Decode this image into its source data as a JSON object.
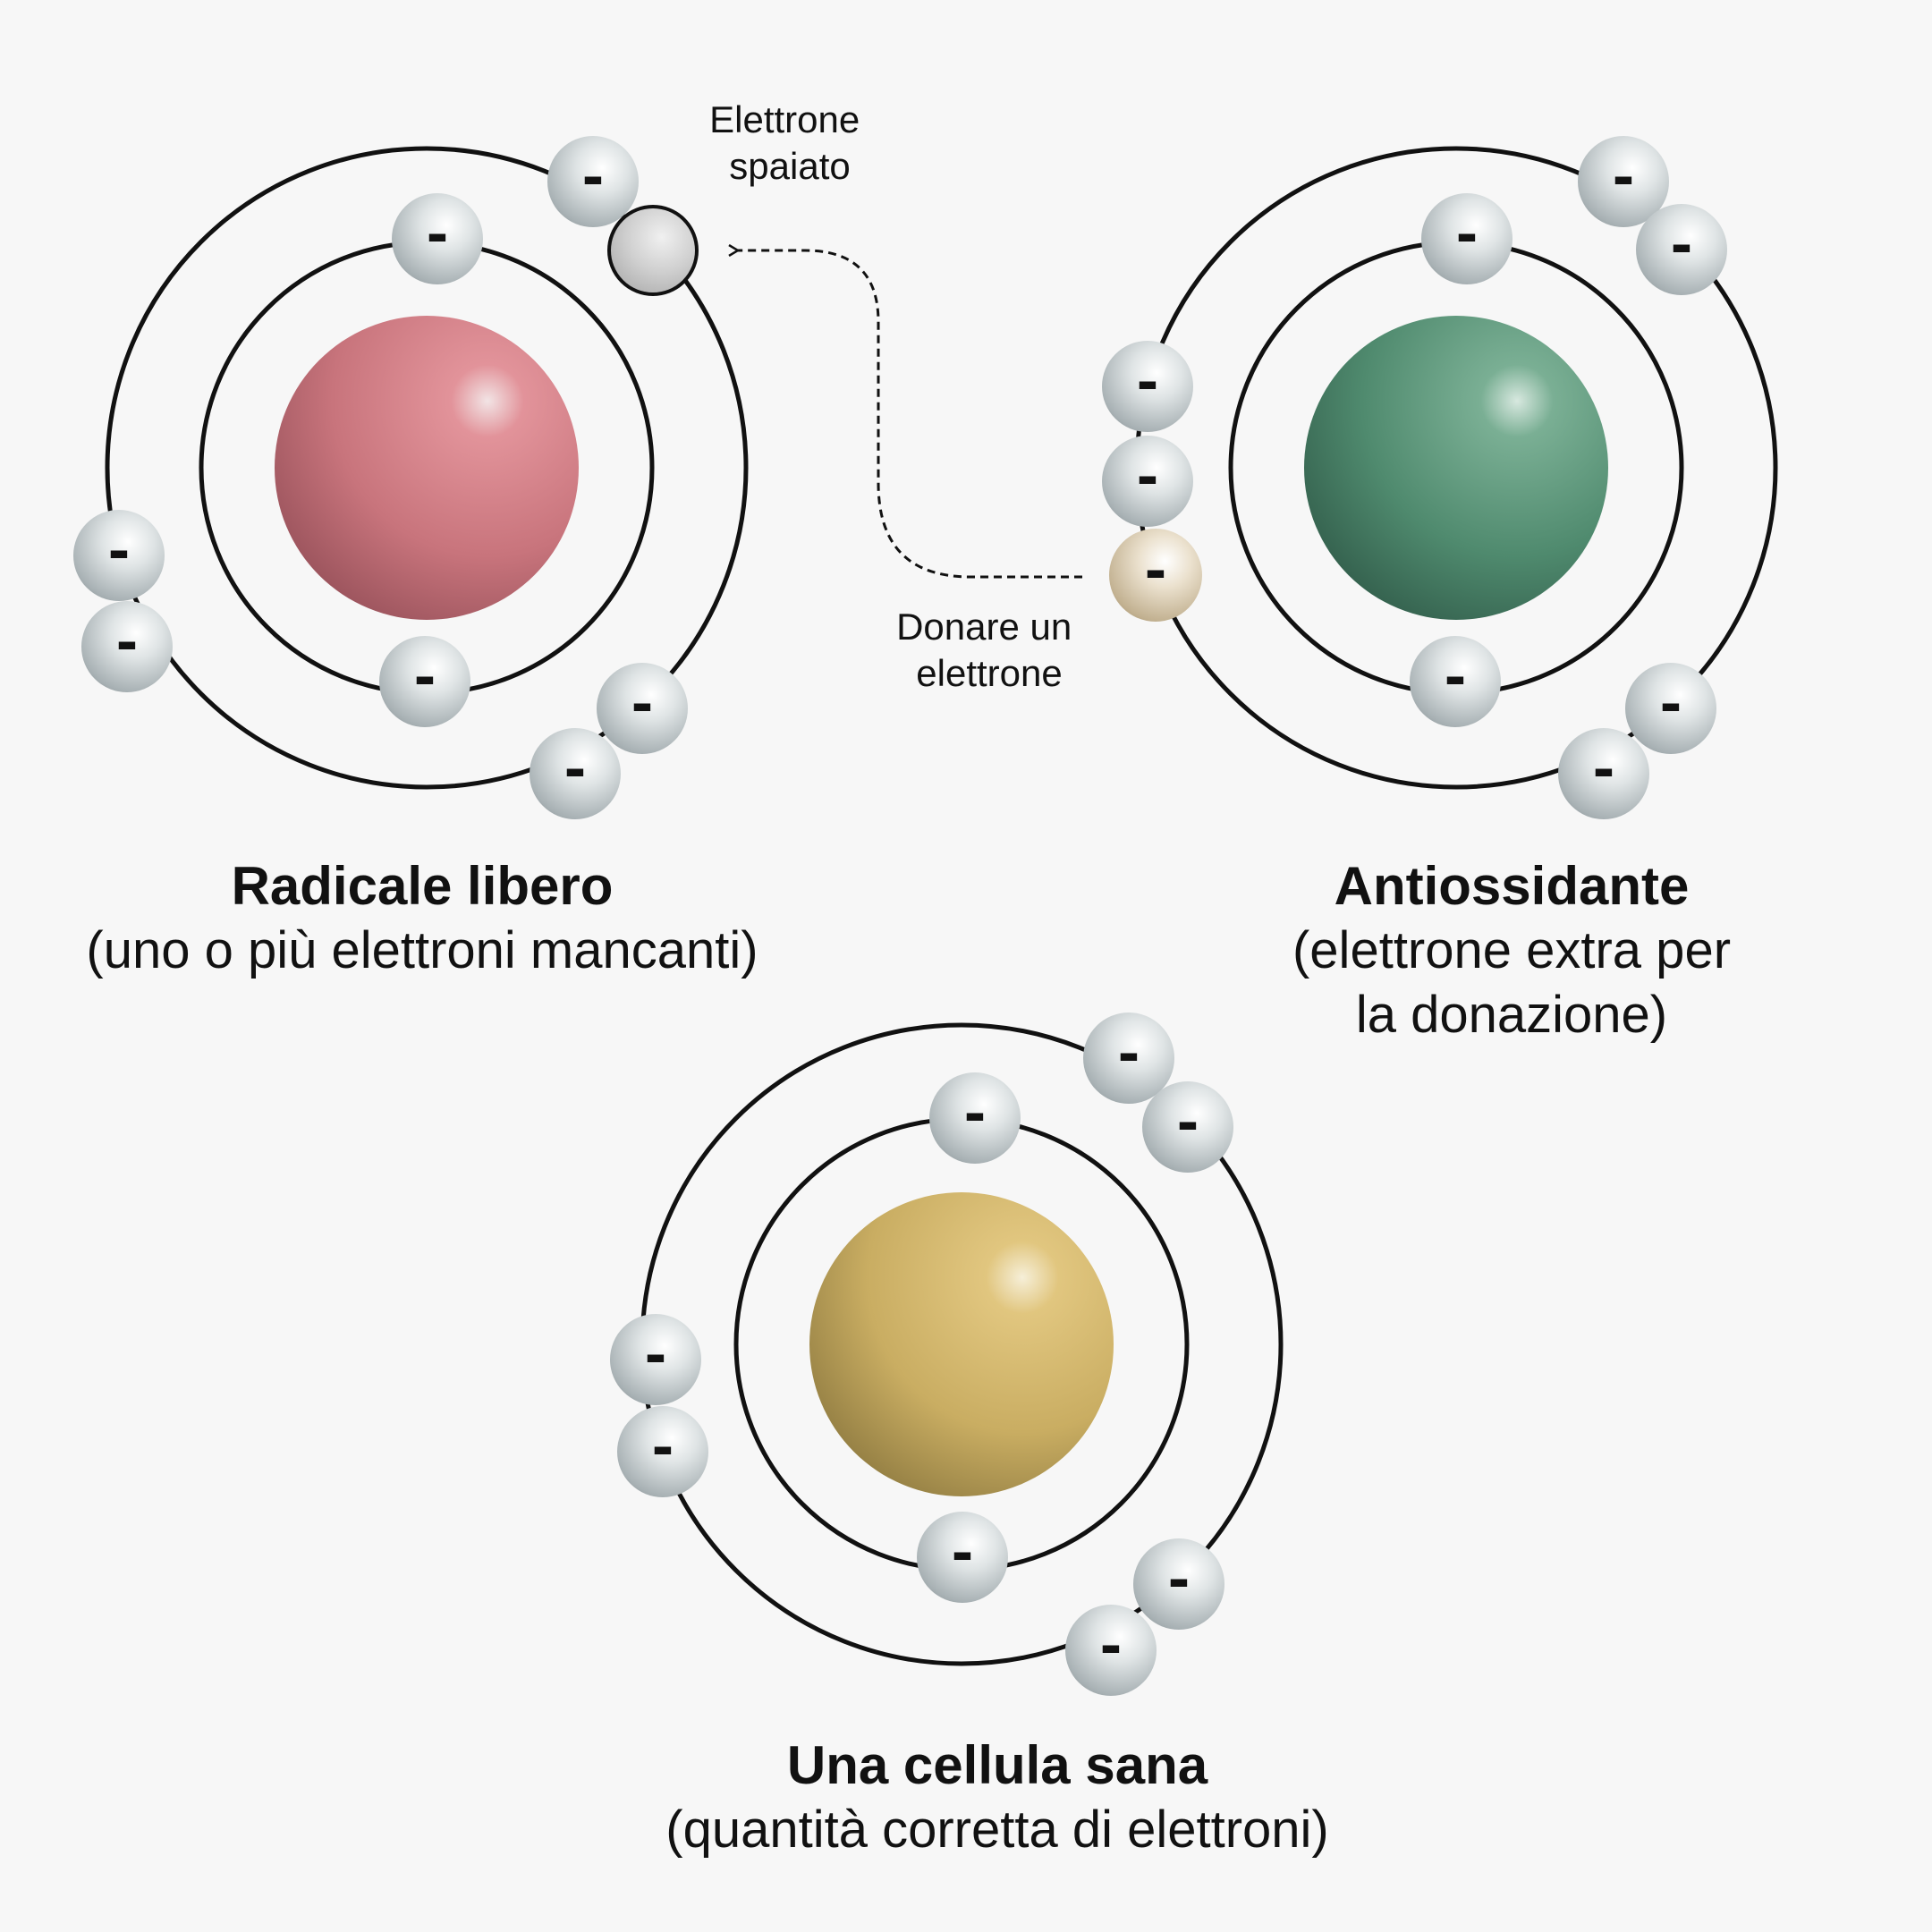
{
  "labels": {
    "unpaired_electron": [
      "Elettrone",
      "spaiato"
    ],
    "donate_electron": [
      "Donare un",
      "elettrone"
    ]
  },
  "atoms": {
    "free_radical": {
      "title": "Radicale libero",
      "subtitle": "(uno o più elettroni mancanti)",
      "nucleus_color": "#c9737c"
    },
    "antioxidant": {
      "title": "Antiossidante",
      "subtitle_lines": [
        "(elettrone extra per",
        "la donazione)"
      ],
      "nucleus_color": "#4f8a6e"
    },
    "healthy_cell": {
      "title": "Una cellula sana",
      "subtitle": "(quantità corretta di elettroni)",
      "nucleus_color": "#c9ad62"
    }
  },
  "electron_symbol": "-",
  "colors": {
    "electron": "#c4cacc",
    "donated_electron": "#d9ccb4",
    "missing_electron": "#c9c9c9",
    "orbit": "#111111",
    "background": "#f7f7f7"
  }
}
